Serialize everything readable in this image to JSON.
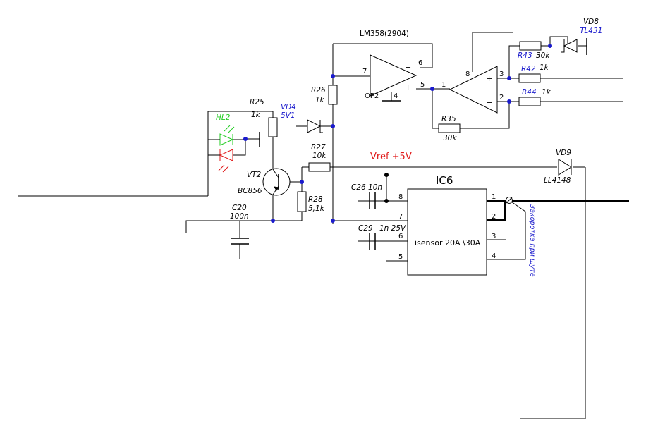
{
  "colors": {
    "wire": "#000000",
    "node": "#1a1acc",
    "label_blue": "#1a1acc",
    "vref_red": "#e01818",
    "led_green": "#22cc22",
    "led_red": "#e01818"
  },
  "labels": {
    "lm358": "LM358(2904)",
    "op2": "OP2",
    "r26_name": "R26",
    "r26_value": "1k",
    "r25_name": "R25",
    "r25_value": "1k",
    "hl2": "HL2",
    "vd4_name": "VD4",
    "vd4_value": "5V1",
    "r27_name": "R27",
    "r27_value": "10k",
    "vref": "Vref +5V",
    "vt2_name": "VT2",
    "vt2_value": "BC856",
    "r28_name": "R28",
    "r28_value": "5,1k",
    "c20_name": "C20",
    "c20_value": "100n",
    "c26": "C26 10n",
    "c29_name": "C29",
    "c29_value": "1n 25V",
    "ic6": "IC6",
    "ic6_desc": "isensor 20A \\30A",
    "r35_name": "R35",
    "r35_value": "30k",
    "r43_name": "R43",
    "r43_value": "30k",
    "r42_name": "R42",
    "r42_value": "1k",
    "r44_name": "R44",
    "r44_value": "1k",
    "vd8_name": "VD8",
    "vd8_value": "TL431",
    "vd9_name": "VD9",
    "vd9_value": "LL4148",
    "shunt_note": "Закоротка при шуте"
  },
  "pins": {
    "op2_in_minus": "6",
    "op2_in_plus": "7",
    "op2_gnd": "4",
    "op2_out": "5",
    "op1_vcc": "8",
    "op1_plus": "3",
    "op1_minus": "2",
    "op1_out": "1",
    "ic_p1": "1",
    "ic_p2": "2",
    "ic_p3": "3",
    "ic_p4": "4",
    "ic_p5": "5",
    "ic_p6": "6",
    "ic_p7": "7",
    "ic_p8": "8"
  },
  "signs": {
    "minus": "−",
    "plus": "+"
  }
}
